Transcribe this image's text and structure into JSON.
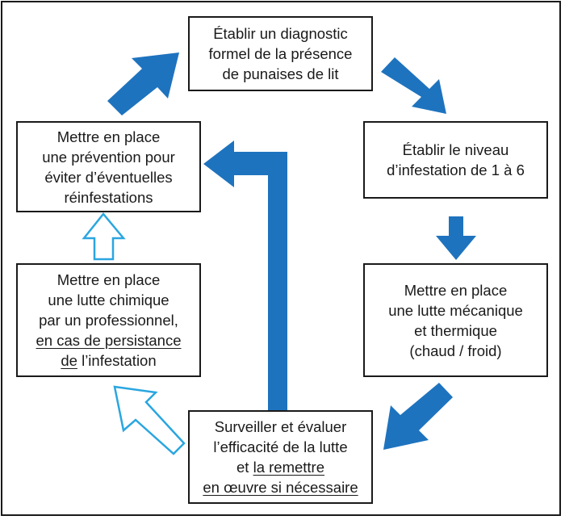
{
  "colors": {
    "arrow_solid": "#1e73be",
    "arrow_outline": "#2aa6e0",
    "border": "#1a1a1a"
  },
  "steps": {
    "diagnostic": {
      "lines": [
        "Établir un diagnostic",
        "formel de la présence",
        "de punaises de lit"
      ]
    },
    "level": {
      "lines": [
        "Établir le niveau",
        "d’infestation de 1 à 6"
      ]
    },
    "mechanical": {
      "lines": [
        "Mettre en place",
        "une lutte mécanique",
        "et thermique",
        "(chaud / froid)"
      ]
    },
    "monitor": {
      "lines": [
        "Surveiller et évaluer",
        "l’efficacité de la lutte"
      ],
      "line3_prefix": "et ",
      "line3_link": "la remettre",
      "line4": "en œuvre si nécessaire"
    },
    "chemical": {
      "lines": [
        "Mettre en place",
        "une lutte chimique",
        "par un professionnel,"
      ],
      "line4": "en cas de persistance",
      "line5_underlined": "de",
      "line5_rest": " l’infestation"
    },
    "prevention": {
      "lines": [
        "Mettre en place",
        "une prévention pour",
        "éviter d’éventuelles",
        "réinfestations"
      ]
    }
  }
}
